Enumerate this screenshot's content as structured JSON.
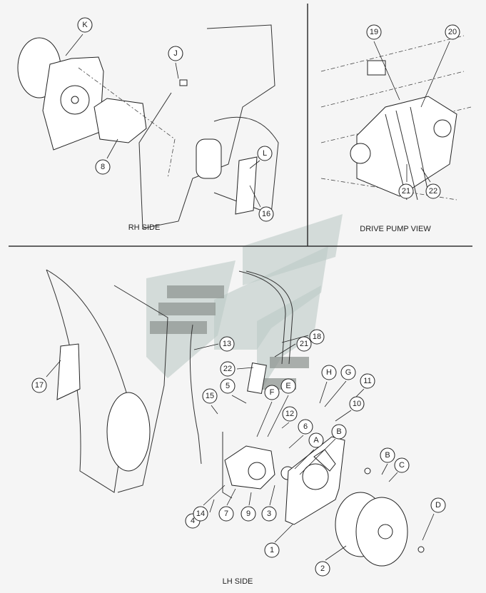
{
  "views": {
    "rh_side": {
      "caption": "RH SIDE",
      "callouts": [
        "K",
        "J",
        "8",
        "L",
        "16"
      ]
    },
    "drive_pump_view": {
      "caption": "DRIVE PUMP VIEW",
      "callouts": [
        "19",
        "20",
        "21",
        "22"
      ]
    },
    "lh_side": {
      "caption": "LH SIDE",
      "callouts": [
        "17",
        "13",
        "18",
        "22",
        "21",
        "5",
        "15",
        "F",
        "E",
        "H",
        "G",
        "11",
        "10",
        "12",
        "6",
        "A",
        "B",
        "B",
        "C",
        "D",
        "4",
        "14",
        "7",
        "9",
        "3",
        "1",
        "2"
      ]
    }
  },
  "colors": {
    "line": "#222222",
    "background": "#f5f5f5",
    "watermark": "#bdc9c6"
  }
}
